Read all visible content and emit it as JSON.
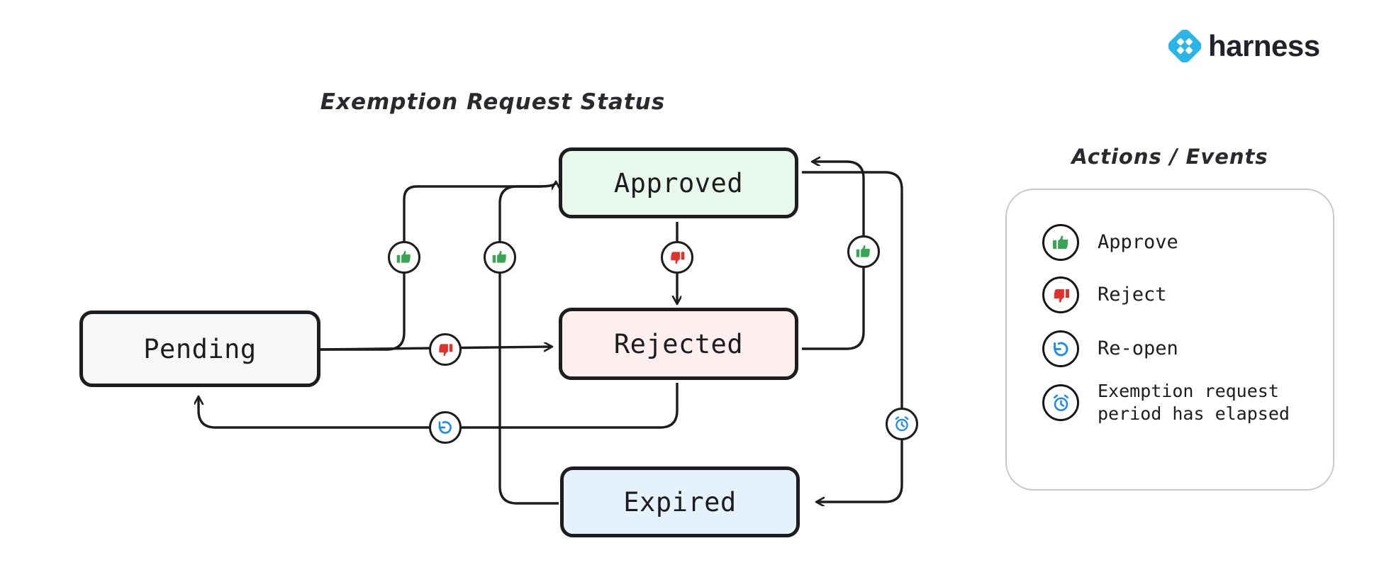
{
  "brand": {
    "name": "harness",
    "logo_icon": "harness-diamond-logo",
    "logo_color": "#29b5e8"
  },
  "diagram": {
    "title": "Exemption Request Status",
    "nodes": [
      {
        "id": "pending",
        "label": "Pending",
        "fill": "#f6f7f9"
      },
      {
        "id": "approved",
        "label": "Approved",
        "fill": "#e9f8ed"
      },
      {
        "id": "rejected",
        "label": "Rejected",
        "fill": "#fdefef"
      },
      {
        "id": "expired",
        "label": "Expired",
        "fill": "#e5f2fb"
      }
    ],
    "transitions": [
      {
        "from": "pending",
        "to": "approved",
        "action": "approve",
        "icon": "thumbs-up-icon"
      },
      {
        "from": "pending",
        "to": "rejected",
        "action": "reject",
        "icon": "thumbs-down-icon"
      },
      {
        "from": "approved",
        "to": "rejected",
        "action": "reject",
        "icon": "thumbs-down-icon"
      },
      {
        "from": "rejected",
        "to": "approved",
        "action": "approve",
        "icon": "thumbs-up-icon"
      },
      {
        "from": "rejected",
        "to": "pending",
        "action": "re-open",
        "icon": "reopen-icon"
      },
      {
        "from": "expired",
        "to": "approved",
        "action": "approve",
        "icon": "thumbs-up-icon"
      },
      {
        "from": "approved",
        "to": "expired",
        "action": "exemption request period has elapsed",
        "icon": "alarm-clock-icon"
      }
    ]
  },
  "legend": {
    "title": "Actions / Events",
    "items": [
      {
        "icon": "thumbs-up-icon",
        "label": "Approve",
        "color": "#3aa655"
      },
      {
        "icon": "thumbs-down-icon",
        "label": "Reject",
        "color": "#e0312a"
      },
      {
        "icon": "reopen-icon",
        "label": "Re-open",
        "color": "#1a8cf0"
      },
      {
        "icon": "alarm-clock-icon",
        "label": "Exemption request\nperiod has elapsed",
        "color": "#1a8cf0"
      }
    ]
  },
  "colors": {
    "stroke": "#1d1d20",
    "approve_green": "#3aa655",
    "reject_red": "#e0312a",
    "event_blue": "#1a8cf0",
    "panel_border": "#c9c9cc",
    "background": "#ffffff"
  }
}
